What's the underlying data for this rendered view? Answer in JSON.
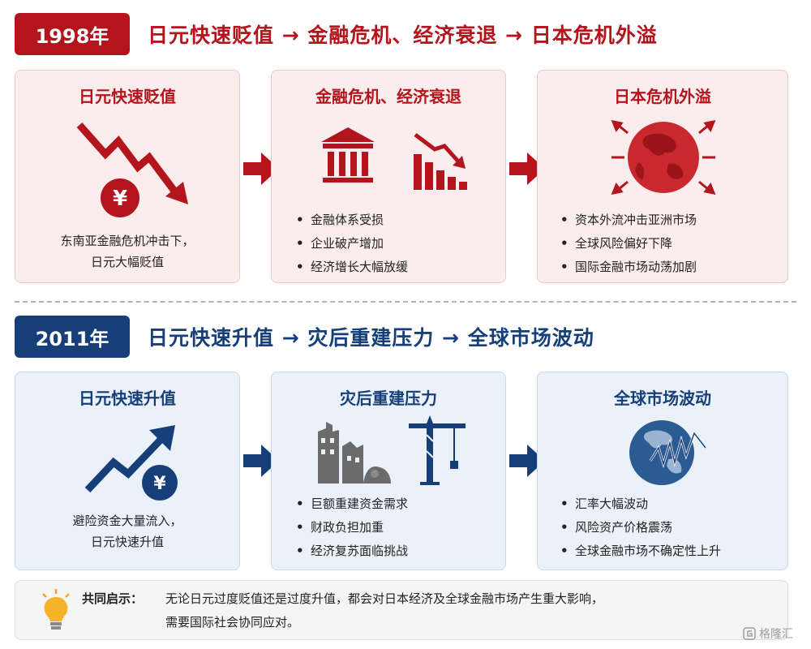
{
  "section_1998": {
    "year": "1998年",
    "title": "日元快速贬值 → 金融危机、经济衰退 → 日本危机外溢",
    "cards": [
      {
        "title": "日元快速贬值",
        "desc": [
          "东南亚金融危机冲击下，",
          "日元大幅贬值"
        ],
        "icons": [
          "falling-arrow-icon",
          "yen-coin-icon"
        ]
      },
      {
        "title": "金融危机、经济衰退",
        "bullets": [
          "金融体系受损",
          "企业破产增加",
          "经济增长大幅放缓"
        ],
        "icons": [
          "bank-icon",
          "declining-bar-chart-icon"
        ]
      },
      {
        "title": "日本危机外溢",
        "bullets": [
          "资本外流冲击亚洲市场",
          "全球风险偏好下降",
          "国际金融市场动荡加剧"
        ],
        "icons": [
          "globe-icon",
          "spillover-arrows-icon"
        ]
      }
    ],
    "accent": "#b4141c"
  },
  "section_2011": {
    "year": "2011年",
    "title": "日元快速升值 → 灾后重建压力 → 全球市场波动",
    "cards": [
      {
        "title": "日元快速升值",
        "desc": [
          "避险资金大量流入，",
          "日元快速升值"
        ],
        "icons": [
          "rising-arrow-icon",
          "yen-coin-icon"
        ]
      },
      {
        "title": "灾后重建压力",
        "bullets": [
          "巨额重建资金需求",
          "财政负担加重",
          "经济复苏面临挑战"
        ],
        "icons": [
          "damaged-buildings-icon",
          "crane-icon"
        ]
      },
      {
        "title": "全球市场波动",
        "bullets": [
          "汇率大幅波动",
          "风险资产价格震荡",
          "全球金融市场不确定性上升"
        ],
        "icons": [
          "globe-chart-icon"
        ]
      }
    ],
    "accent": "#163f7a"
  },
  "summary": {
    "label": "共同启示：",
    "line1": "无论日元过度贬值还是过度升值，都会对日本经济及全球金融市场产生重大影响，",
    "line2": "需要国际社会协同应对。",
    "icon": "lightbulb-icon"
  },
  "watermark": "格隆汇"
}
